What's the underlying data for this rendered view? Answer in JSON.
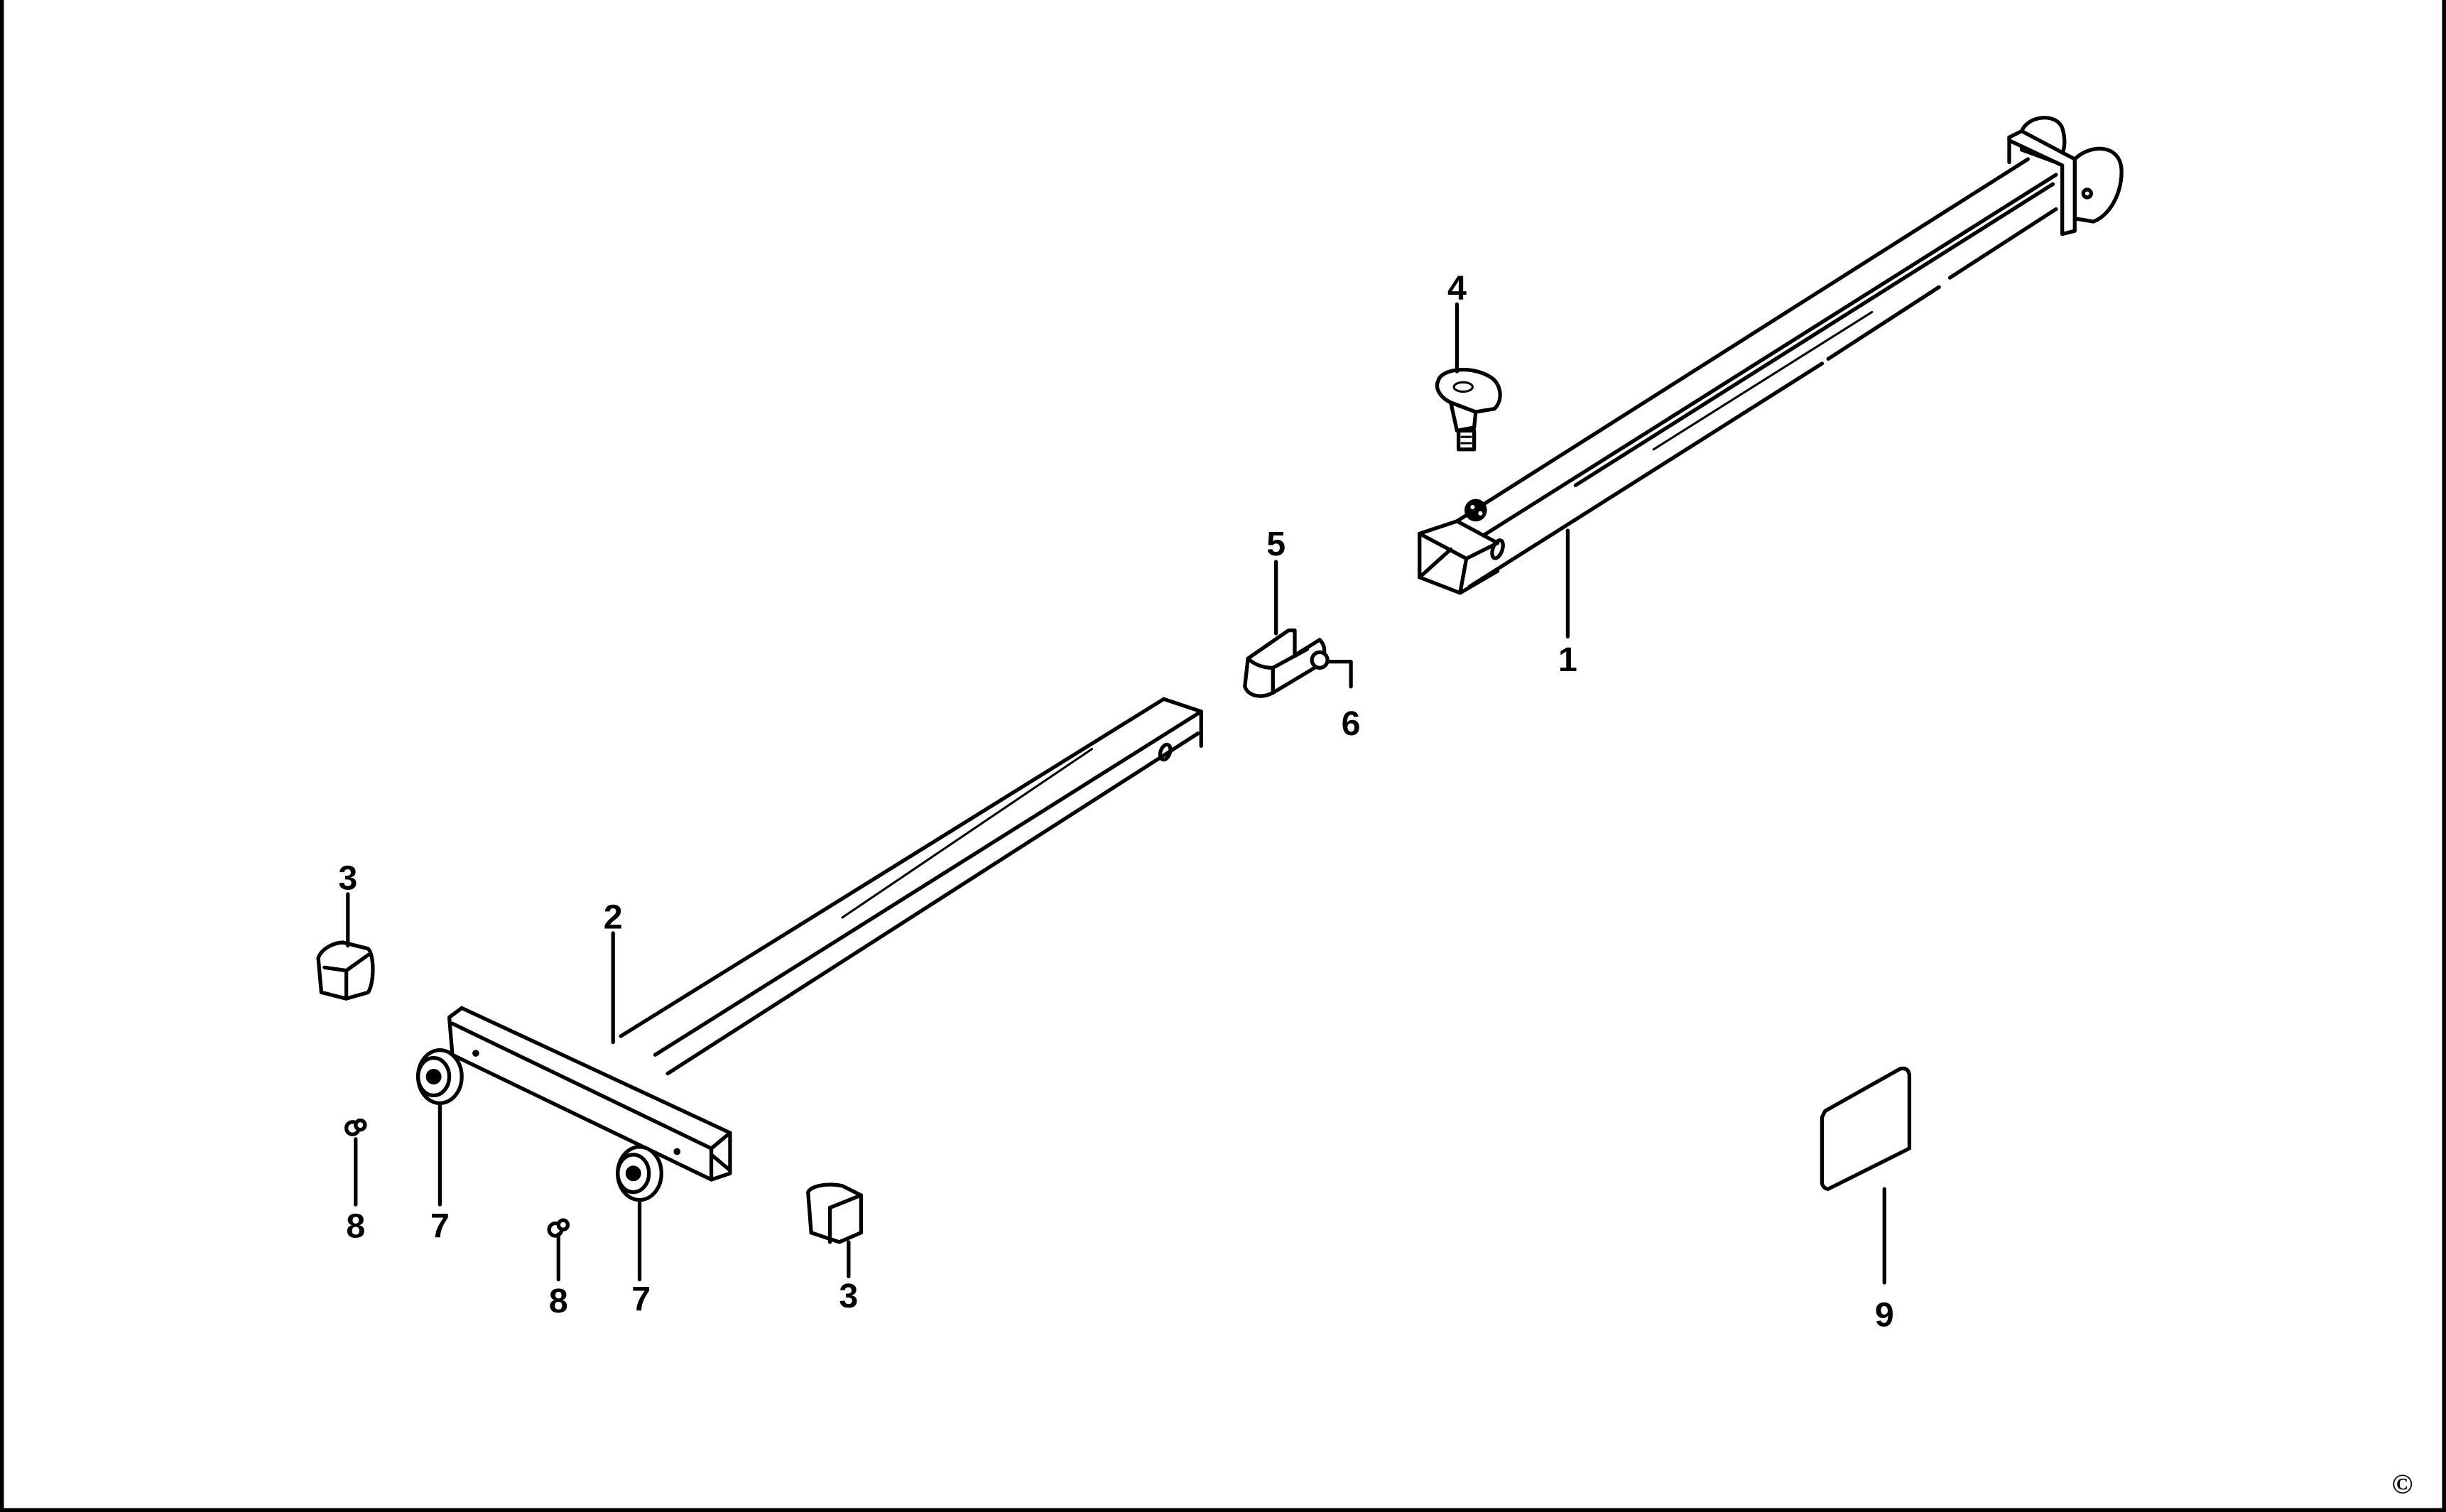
{
  "diagram": {
    "type": "exploded-parts-view",
    "colors": {
      "line": "#000000",
      "background": "#ffffff"
    },
    "parts": [
      {
        "id": "part-1",
        "label": "1",
        "description": "long square tube with end mounting bracket"
      },
      {
        "id": "part-2",
        "label": "2",
        "description": "T-shaped square tube base with wheels"
      },
      {
        "id": "part-3a",
        "label": "3",
        "description": "square end cap (upper left)"
      },
      {
        "id": "part-3b",
        "label": "3",
        "description": "square end cap (lower)"
      },
      {
        "id": "part-4",
        "label": "4",
        "description": "thumb screw / knob"
      },
      {
        "id": "part-5",
        "label": "5",
        "description": "sliding clip"
      },
      {
        "id": "part-6",
        "label": "6",
        "description": "small screw"
      },
      {
        "id": "part-7a",
        "label": "7",
        "description": "wheel (left)"
      },
      {
        "id": "part-7b",
        "label": "7",
        "description": "wheel (right)"
      },
      {
        "id": "part-8a",
        "label": "8",
        "description": "axle pin (left)"
      },
      {
        "id": "part-8b",
        "label": "8",
        "description": "axle pin (right)"
      },
      {
        "id": "part-9",
        "label": "9",
        "description": "label plate"
      }
    ],
    "copyright_symbol": "©"
  }
}
